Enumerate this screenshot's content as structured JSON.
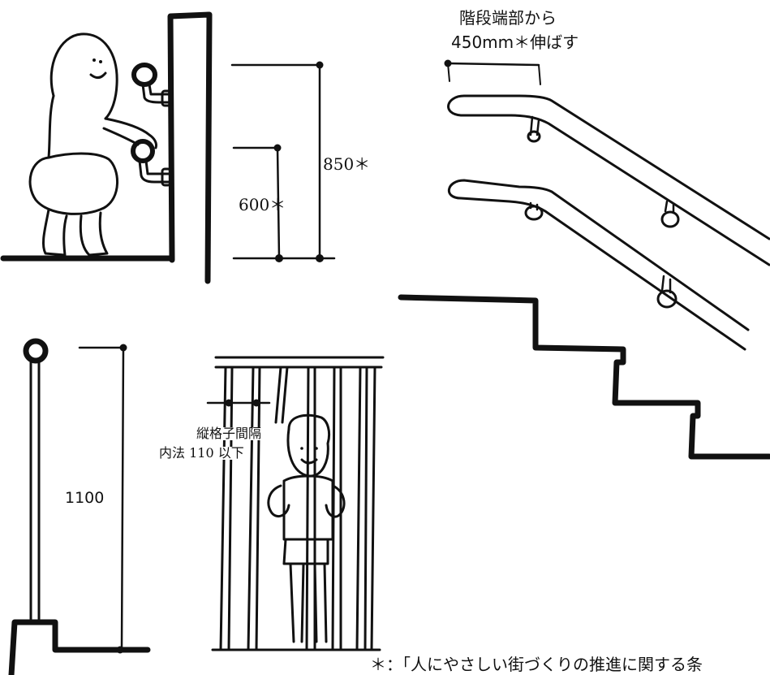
{
  "labels": {
    "handrail_extension_line1": "階段端部から",
    "handrail_extension_line2": "450mm＊伸ばす",
    "height_upper": "850＊",
    "height_lower": "600＊",
    "guard_height": "1100",
    "baluster_note_line1": "縦格子間隔",
    "baluster_note_line2": "内法 110 以下",
    "footnote": "＊：「人にやさしい街づくりの推進に関する条"
  },
  "colors": {
    "ink": "#111111",
    "background": "#ffffff"
  }
}
